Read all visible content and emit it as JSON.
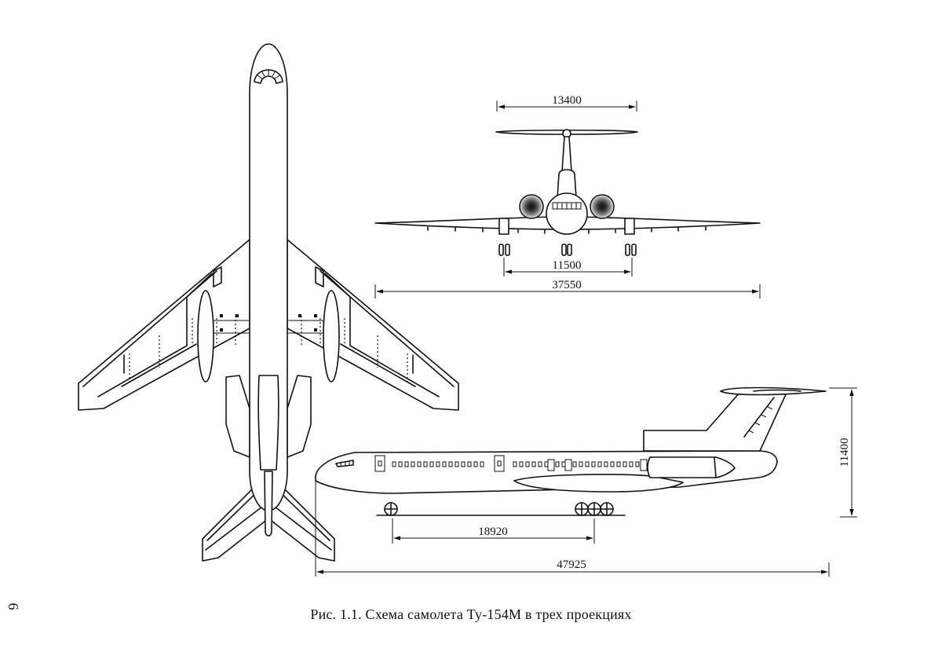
{
  "page": {
    "number": "6"
  },
  "caption": "Рис. 1.1. Схема самолета Ту-154М в трех проекциях",
  "front_view": {
    "dimensions": {
      "stabilizer_span": "13400",
      "track": "11500",
      "wing_span": "37550"
    }
  },
  "side_view": {
    "dimensions": {
      "height": "11400",
      "wheelbase": "18920",
      "length": "47925"
    }
  },
  "colors": {
    "line": "#111111",
    "background": "#ffffff",
    "engine_fan": "#555555"
  }
}
